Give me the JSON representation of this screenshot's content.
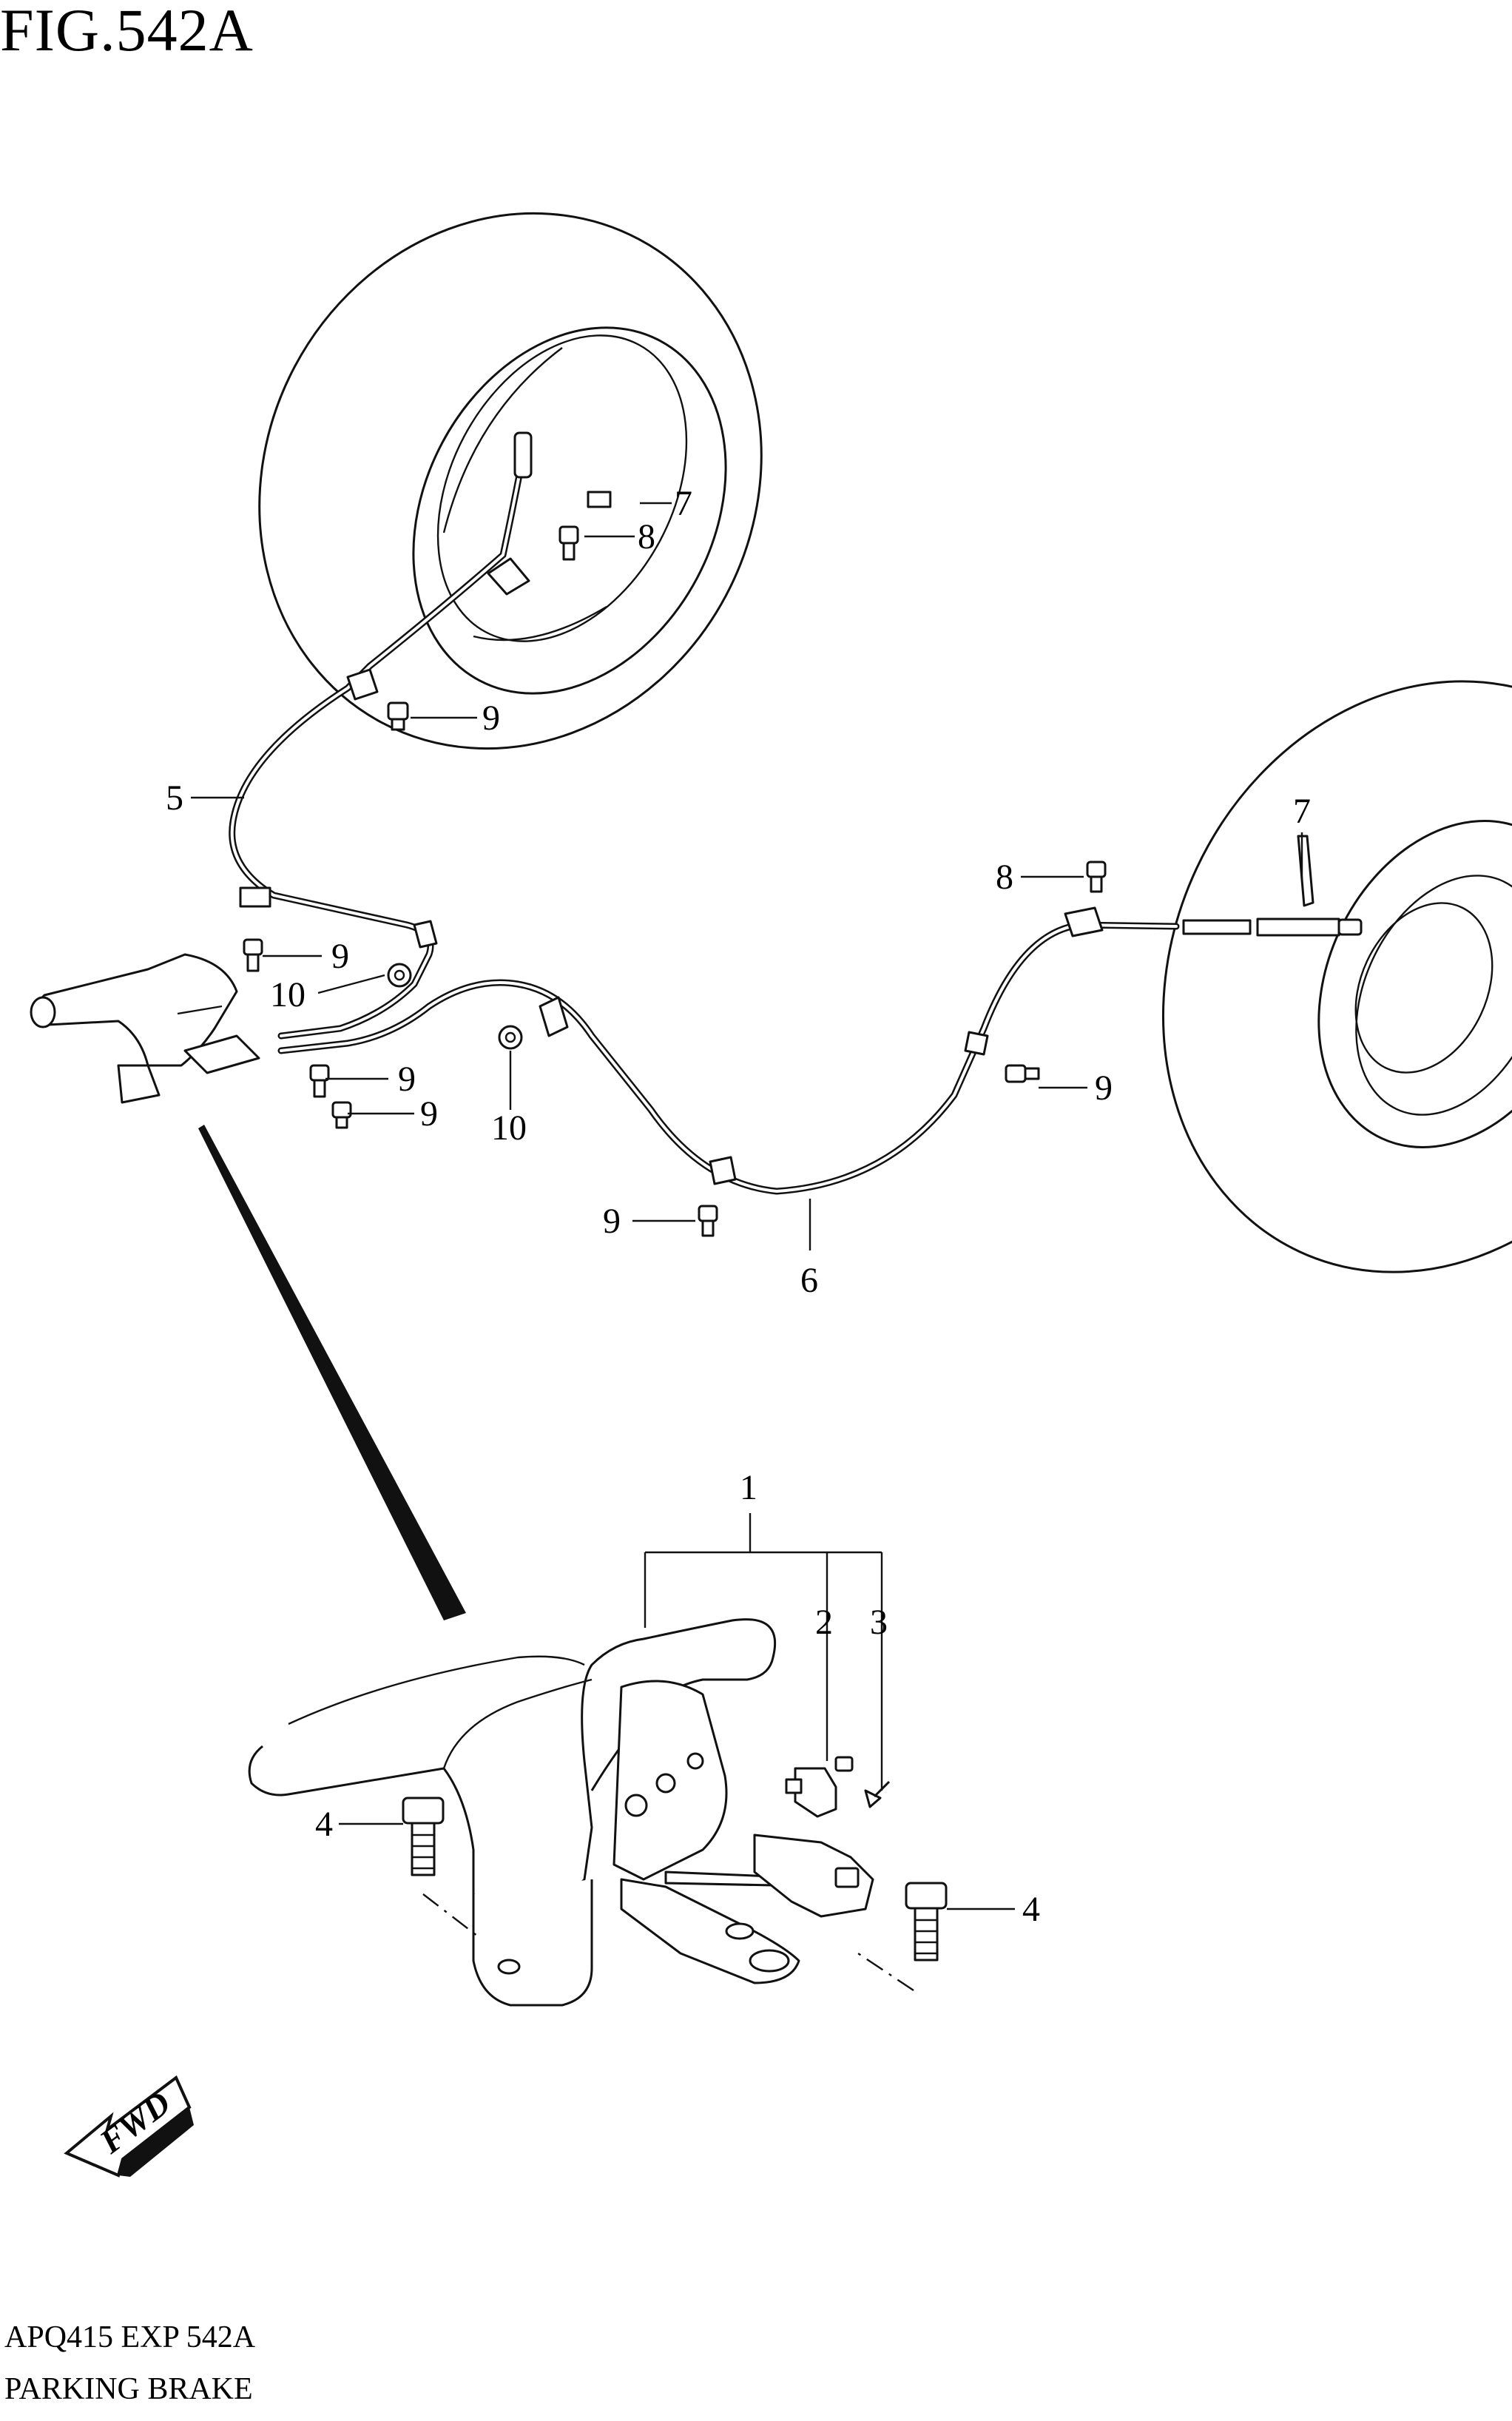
{
  "figure": {
    "title": "FIG.542A",
    "code": "APQ415 EXP 542A",
    "name": "PARKING BRAKE"
  },
  "callouts": [
    "1",
    "2",
    "3",
    "4",
    "5",
    "6",
    "7",
    "8",
    "9",
    "10"
  ],
  "fwd_label": "FWD",
  "icons": {
    "fwd": "fwd-arrow-icon"
  }
}
